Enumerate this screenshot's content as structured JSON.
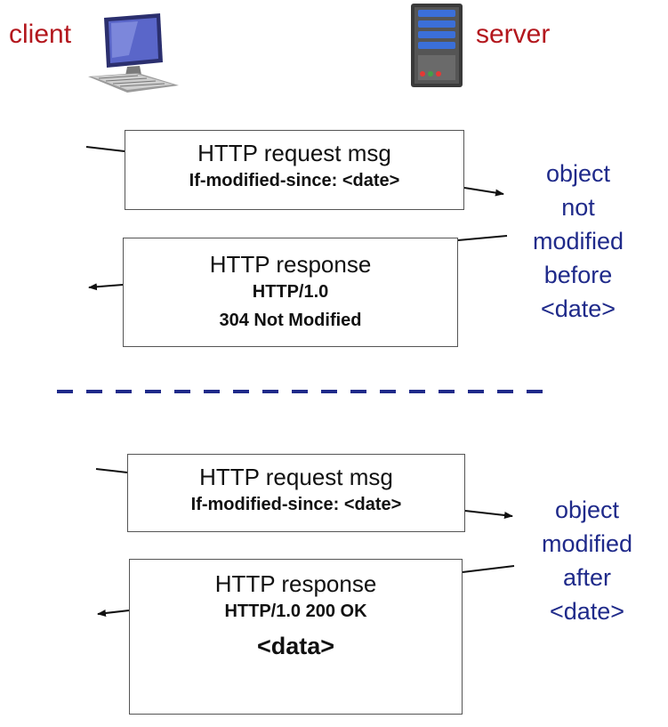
{
  "header": {
    "client_label": "client",
    "server_label": "server"
  },
  "scenario_not_modified": {
    "request": {
      "line1": "HTTP request msg",
      "line2": "If-modified-since: <date>"
    },
    "response": {
      "line1": "HTTP response",
      "line2": "HTTP/1.0",
      "line3": "304 Not Modified"
    },
    "note": [
      "object",
      "not",
      "modified",
      "before",
      "<date>"
    ]
  },
  "scenario_modified": {
    "request": {
      "line1": "HTTP request msg",
      "line2": "If-modified-since: <date>"
    },
    "response": {
      "line1": "HTTP response",
      "line2": "HTTP/1.0 200 OK",
      "line3": "<data>"
    },
    "note": [
      "object",
      "modified",
      "after",
      "<date>"
    ]
  },
  "colors": {
    "role_label": "#b3171d",
    "note_text": "#1f2a8a",
    "divider": "#1f2a8a"
  },
  "icons": {
    "client": "desktop-computer-icon",
    "server": "server-rack-icon"
  }
}
